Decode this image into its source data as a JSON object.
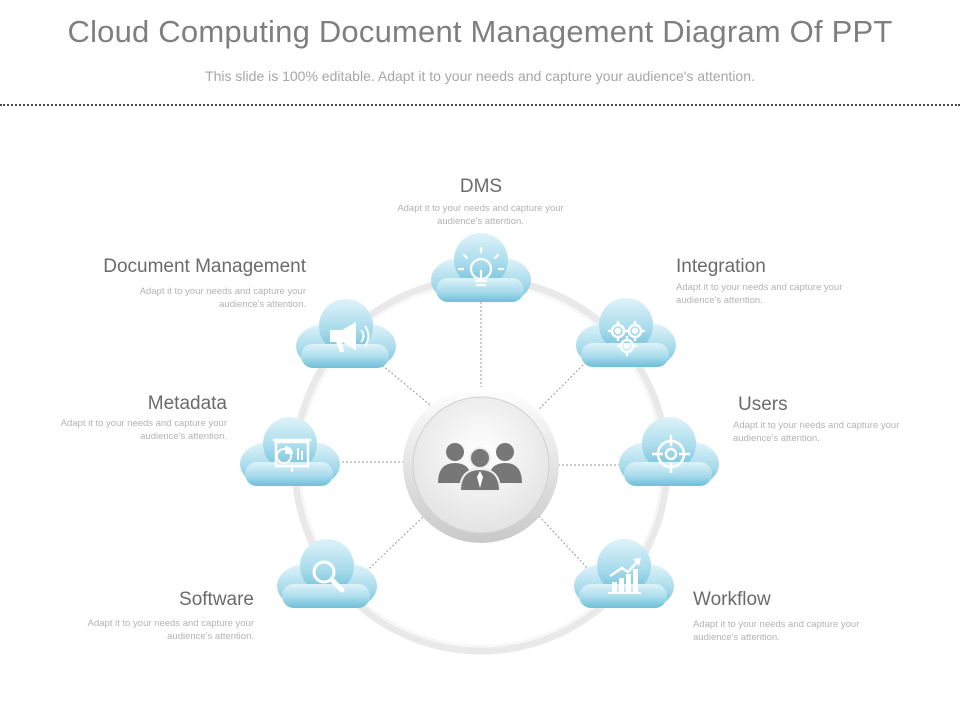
{
  "title": "Cloud Computing Document Management Diagram Of PPT",
  "subtitle": "This slide is 100% editable. Adapt it to your needs and capture your audience's attention.",
  "colors": {
    "cloud_light": "#d7f0f8",
    "cloud_dark": "#7fc6dc",
    "ring": "#e6e6e6",
    "hub": "#dcdcdc",
    "people": "#7a7a7a",
    "text_title": "#7f7f7f",
    "text_desc": "#b3b3b3"
  },
  "center_icon": "people-group-icon",
  "nodes": [
    {
      "label": "DMS",
      "desc_line1": "Adapt it to your needs and capture your",
      "desc_line2": "audience's attention.",
      "icon": "lightbulb-icon"
    },
    {
      "label": "Integration",
      "desc_line1": "Adapt it to your needs and capture your",
      "desc_line2": "audience's attention.",
      "icon": "gears-icon"
    },
    {
      "label": "Users",
      "desc_line1": "Adapt it to your needs and capture your",
      "desc_line2": "audience's attention.",
      "icon": "target-icon"
    },
    {
      "label": "Workflow",
      "desc_line1": "Adapt it to your needs and capture your",
      "desc_line2": "audience's attention.",
      "icon": "growth-chart-icon"
    },
    {
      "label": "Software",
      "desc_line1": "Adapt it to your needs and capture your",
      "desc_line2": "audience's attention.",
      "icon": "magnifier-icon"
    },
    {
      "label": "Metadata",
      "desc_line1": "Adapt it to your needs and capture your",
      "desc_line2": "audience's attention.",
      "icon": "presentation-board-icon"
    },
    {
      "label": "Document Management",
      "desc_line1": "Adapt it to your needs and capture your",
      "desc_line2": "audience's attention.",
      "icon": "megaphone-icon"
    }
  ]
}
